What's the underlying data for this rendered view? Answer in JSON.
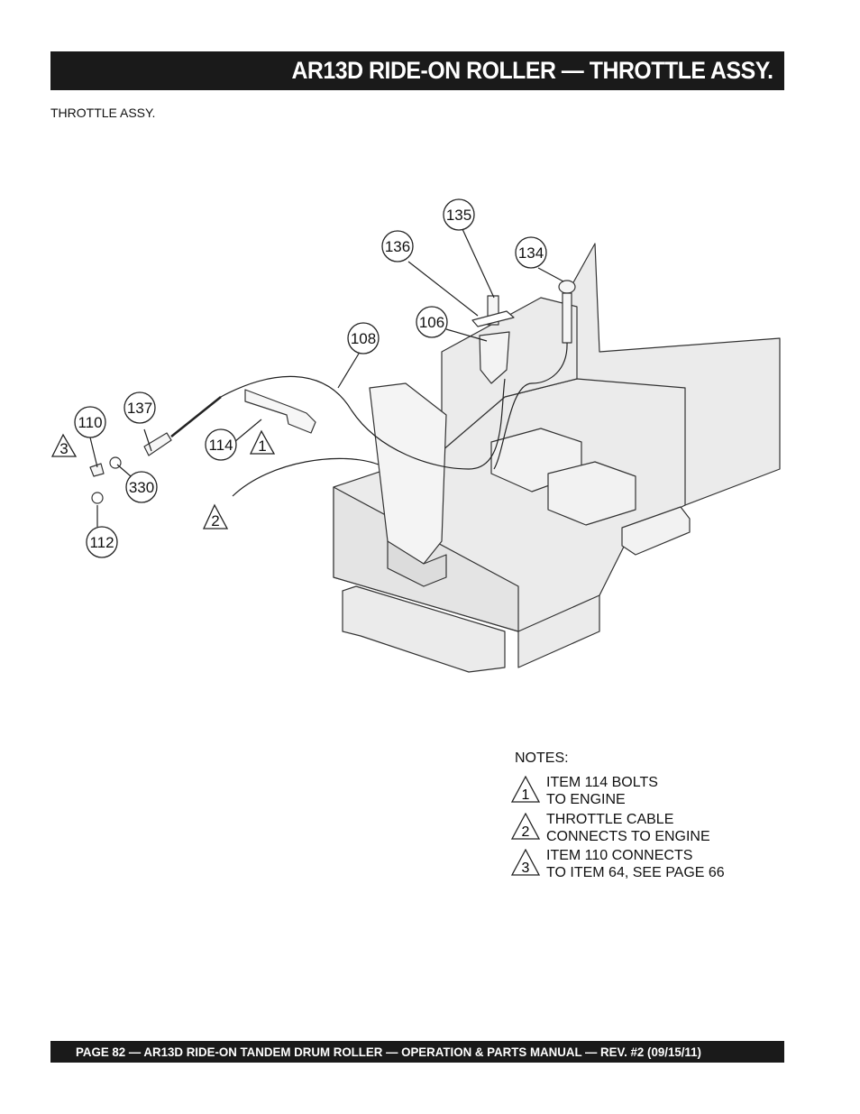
{
  "header": {
    "title": "AR13D RIDE-ON ROLLER — THROTTLE ASSY."
  },
  "section": {
    "label": "THROTTLE ASSY."
  },
  "callouts": {
    "c135": "135",
    "c136": "136",
    "c134": "134",
    "c106": "106",
    "c108": "108",
    "c137": "137",
    "c110": "110",
    "c114": "114",
    "c330": "330",
    "c112": "112"
  },
  "flags": {
    "f1": "1",
    "f2": "2",
    "f3": "3"
  },
  "notes": {
    "title": "NOTES:",
    "items": [
      {
        "num": "1",
        "line1": "ITEM 114 BOLTS",
        "line2": "TO ENGINE"
      },
      {
        "num": "2",
        "line1": "THROTTLE CABLE",
        "line2": "CONNECTS TO ENGINE"
      },
      {
        "num": "3",
        "line1": "ITEM 110 CONNECTS",
        "line2": "TO ITEM 64, SEE PAGE 66"
      }
    ]
  },
  "footer": {
    "text": "PAGE 82 — AR13D RIDE-ON TANDEM DRUM ROLLER — OPERATION & PARTS MANUAL — REV. #2 (09/15/11)"
  }
}
